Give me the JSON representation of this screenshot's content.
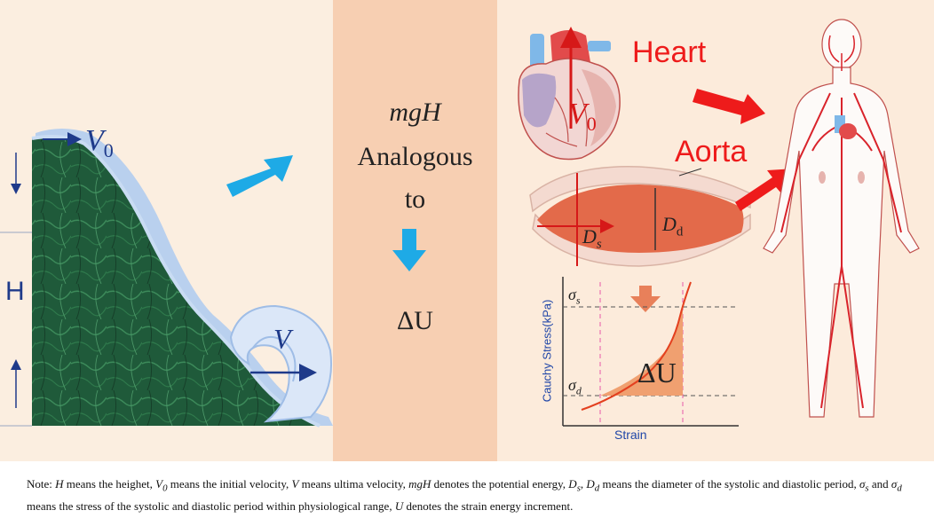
{
  "left": {
    "v0_label": "V",
    "v0_sub": "0",
    "h_label": "H",
    "v_label": "V"
  },
  "middle": {
    "mgh": "mgH",
    "analogous": "Analogous",
    "to": "to",
    "delta_u": "ΔU"
  },
  "right": {
    "heart_label": "Heart",
    "aorta_label": "Aorta",
    "v0_label": "V",
    "v0_sub": "0",
    "ds_label": "D",
    "ds_sub": "s",
    "dd_label": "D",
    "dd_sub": "d",
    "colors": {
      "red": "#ee1b1b",
      "arrow_blue": "#1eaae6",
      "aorta_fill": "#e36a4a"
    }
  },
  "graph": {
    "ylabel": "Cauchy Stress(kPa)",
    "xlabel": "Strain",
    "sigma_s": "σ",
    "sigma_s_sub": "s",
    "sigma_d": "σ",
    "sigma_d_sub": "d",
    "area_label": "ΔU"
  },
  "note": {
    "p1": "Note: ",
    "h": "H",
    "p2": " means the heighet, ",
    "v0": "V",
    "v0sub": "0",
    "p3": " means the initial velocity, ",
    "v": "V",
    "p4": " means ultima velocity, ",
    "mgh": "mgH",
    "p5": " denotes the potential energy, ",
    "ds": "D",
    "dssub": "s",
    "p6": ", ",
    "dd": "D",
    "ddsub": "d",
    "p7": " means the diameter of the systolic and diastolic period, ",
    "ss": "σ",
    "sssub": "s",
    "p8": " and ",
    "sd": "σ",
    "sdsub": "d",
    "p9": " means the stress of the systolic and diastolic period within physiological range, ",
    "u": "U",
    "p10": " denotes the strain energy increment."
  }
}
